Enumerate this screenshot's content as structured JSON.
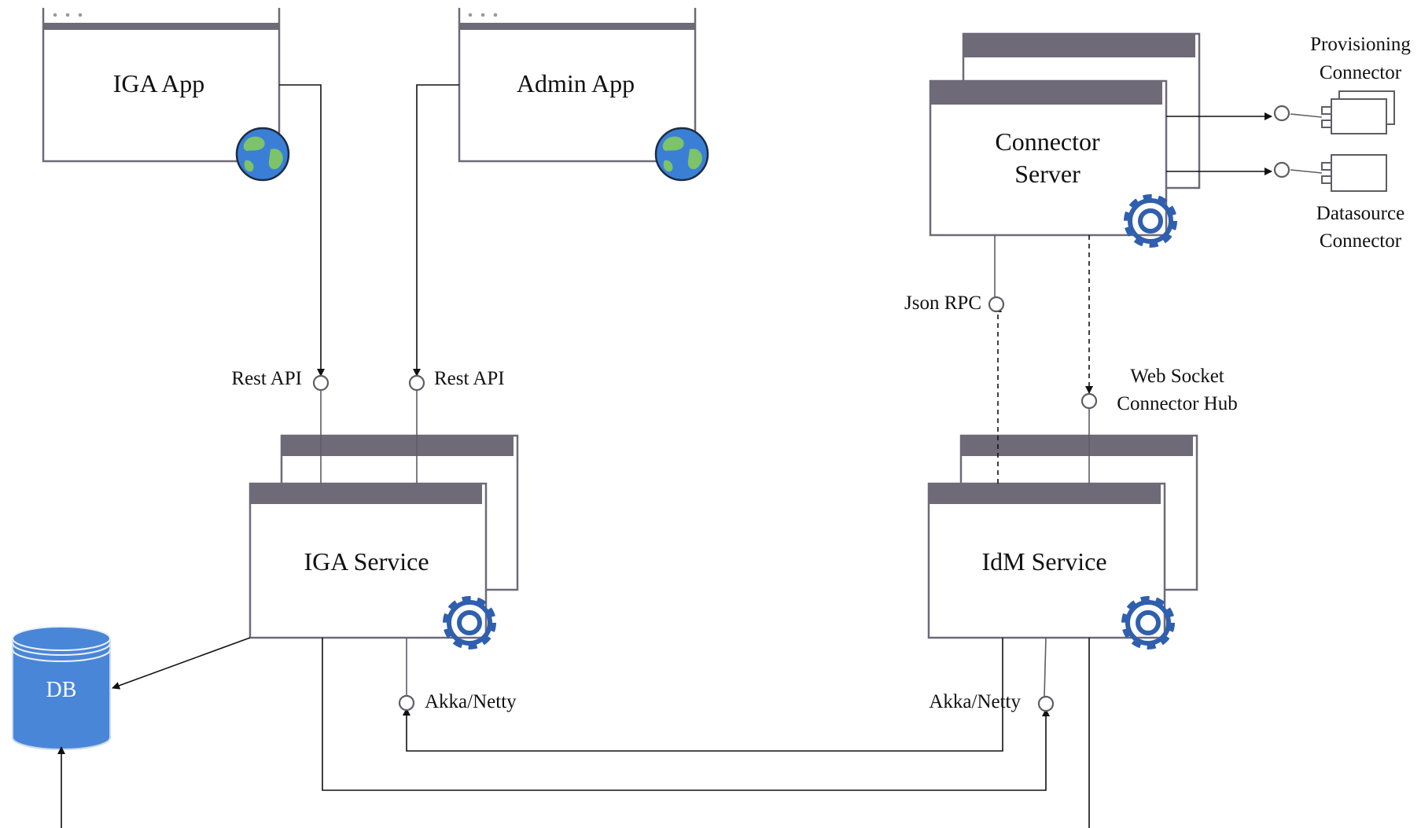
{
  "diagram": {
    "iga_app": {
      "label": "IGA App"
    },
    "admin_app": {
      "label": "Admin App"
    },
    "connector_server": {
      "label_line1": "Connector",
      "label_line2": "Server"
    },
    "iga_service": {
      "label": "IGA Service"
    },
    "idm_service": {
      "label": "IdM Service"
    },
    "db": {
      "label": "DB"
    },
    "interfaces": {
      "rest_api_1": "Rest API",
      "rest_api_2": "Rest API",
      "json_rpc": "Json RPC",
      "web_socket_line1": "Web Socket",
      "web_socket_line2": "Connector Hub",
      "akka_netty_1": "Akka/Netty",
      "akka_netty_2": "Akka/Netty",
      "provisioning_line1": "Provisioning",
      "provisioning_line2": "Connector",
      "datasource_line1": "Datasource",
      "datasource_line2": "Connector"
    },
    "colors": {
      "frame": "#6e6a78",
      "gear": "#2f5fae",
      "db_fill": "#4a86d8",
      "globe_ocean": "#3a7fd5",
      "globe_land": "#7cc36a"
    },
    "icons": [
      "globe-icon",
      "gear-icon",
      "database-icon",
      "connector-plug-icon"
    ]
  }
}
